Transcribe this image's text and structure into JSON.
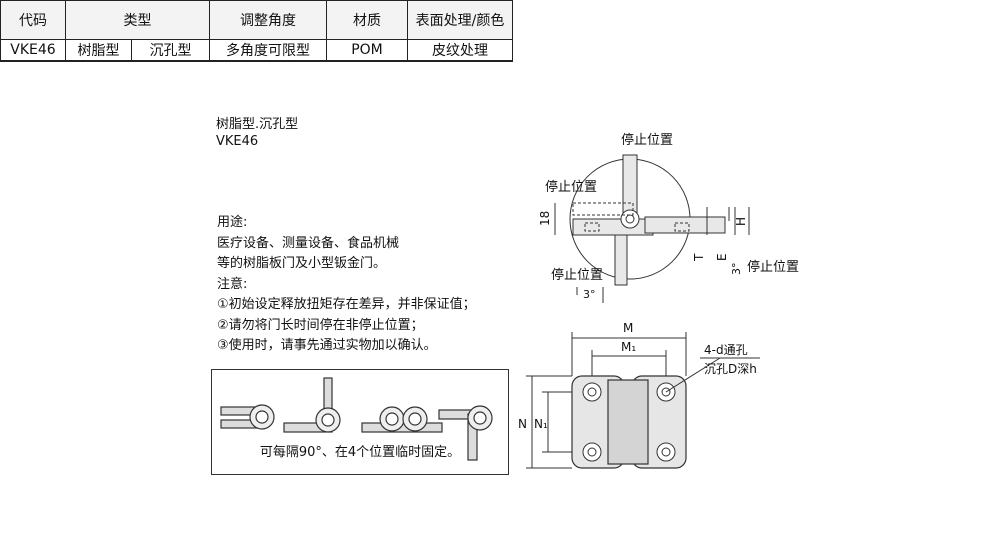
{
  "table": {
    "headers": [
      "代码",
      "类型",
      "调整角度",
      "材质",
      "表面处理/颜色"
    ],
    "row": [
      "VKE46",
      "树脂型",
      "沉孔型",
      "多角度可限型",
      "POM",
      "皮纹处理"
    ]
  },
  "product": {
    "type_title": "树脂型.沉孔型",
    "code": "VKE46"
  },
  "notes": [
    "用途:",
    "医疗设备、测量设备、食品机械",
    "等的树脂板门及小型钣金门。",
    "注意:",
    "①初始设定释放扭矩存在差异，并非保证值；",
    "②请勿将门长时间停在非停止位置；",
    "③使用时，请事先通过实物加以确认。"
  ],
  "positions_caption": "可每隔90°、在4个位置临时固定。",
  "side_view": {
    "stop_label": "停止位置",
    "dim_18": "18",
    "dim_T": "T",
    "dim_E": "E",
    "dim_H": "H",
    "angle": "3°"
  },
  "front_view": {
    "M": "M",
    "M1": "M₁",
    "N": "N",
    "N1": "N₁",
    "hole_label": "4-d通孔",
    "counterbore_label": "沉孔D深h"
  }
}
